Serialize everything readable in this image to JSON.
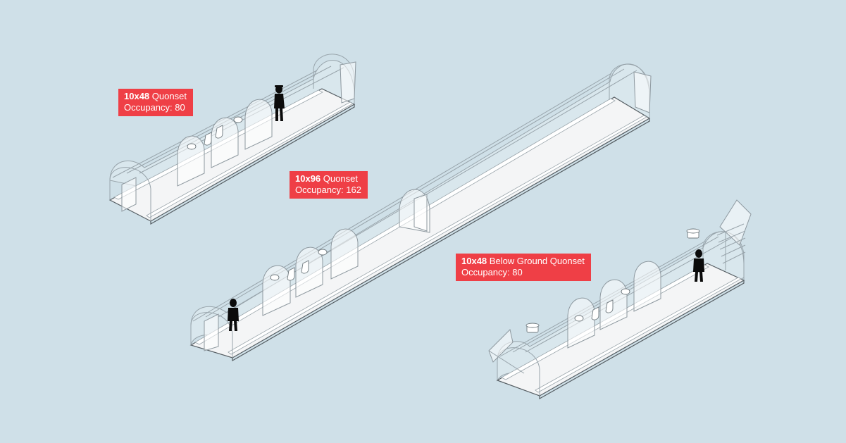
{
  "shelters": [
    {
      "size": "10x48",
      "type": "Quonset",
      "occupancy_label": "Occupancy: 80"
    },
    {
      "size": "10x96",
      "type": "Quonset",
      "occupancy_label": "Occupancy: 162"
    },
    {
      "size": "10x48",
      "type": "Below Ground Quonset",
      "occupancy_label": "Occupancy: 80"
    }
  ],
  "colors": {
    "background": "#cfe0e8",
    "label": "#ef3f46",
    "label_text": "#ffffff"
  },
  "icons": [
    "person-silhouette-icon",
    "toilet-icon",
    "sink-icon",
    "door-icon",
    "stair-icon",
    "vent-icon"
  ]
}
